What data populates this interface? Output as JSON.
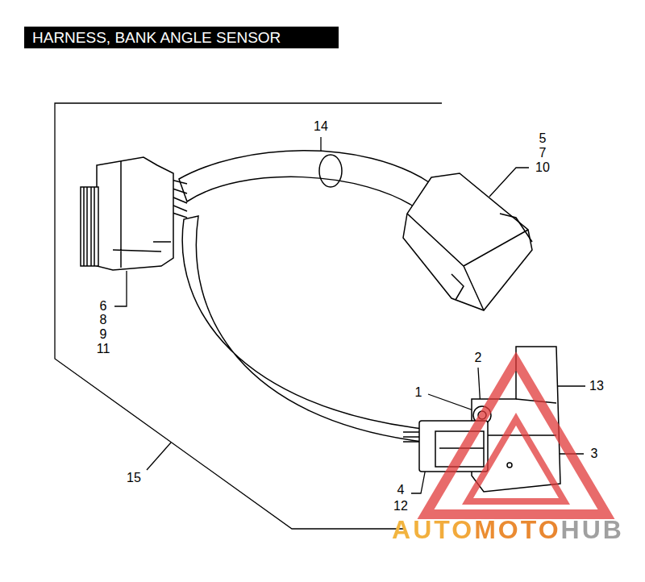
{
  "diagram": {
    "title": "HARNESS, BANK ANGLE SENSOR",
    "labels": [
      "14",
      "5",
      "7",
      "10",
      "6",
      "8",
      "9",
      "11",
      "2",
      "1",
      "13",
      "3",
      "4",
      "12",
      "15",
      "AUTOMOTOHUB"
    ]
  }
}
